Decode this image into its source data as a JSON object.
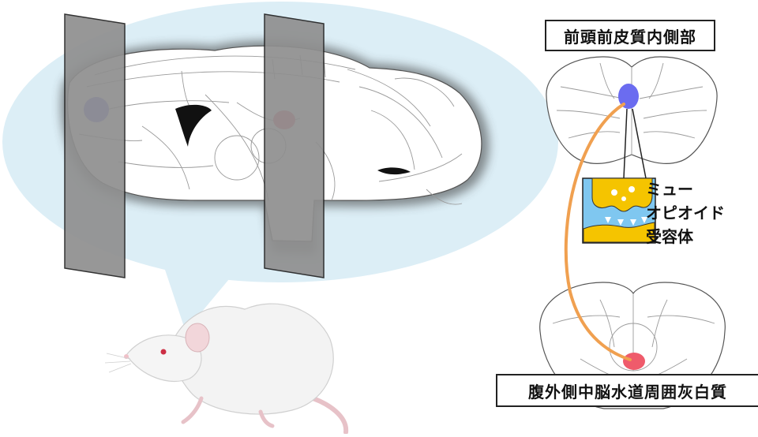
{
  "labels": {
    "prefrontal": "前頭前皮質内側部",
    "vlpag": "腹外側中脳水道周囲灰白質",
    "receptor": [
      "ミュー",
      "オピオイド",
      "受容体"
    ]
  },
  "colors": {
    "bubble": "#dceef6",
    "slab": "#8f8f8f",
    "pfc_spot": "#6b6cf0",
    "pag_spot": "#ef5b6b",
    "projection": "#f0a050",
    "inset_bg": "#7fc7f0",
    "inset_cell": "#f5c400",
    "inset_border": "#222222"
  },
  "icons": [
    "rat-illustration",
    "sagittal-brain",
    "coronal-section-forebrain",
    "coronal-section-midbrain",
    "synapse-inset"
  ]
}
